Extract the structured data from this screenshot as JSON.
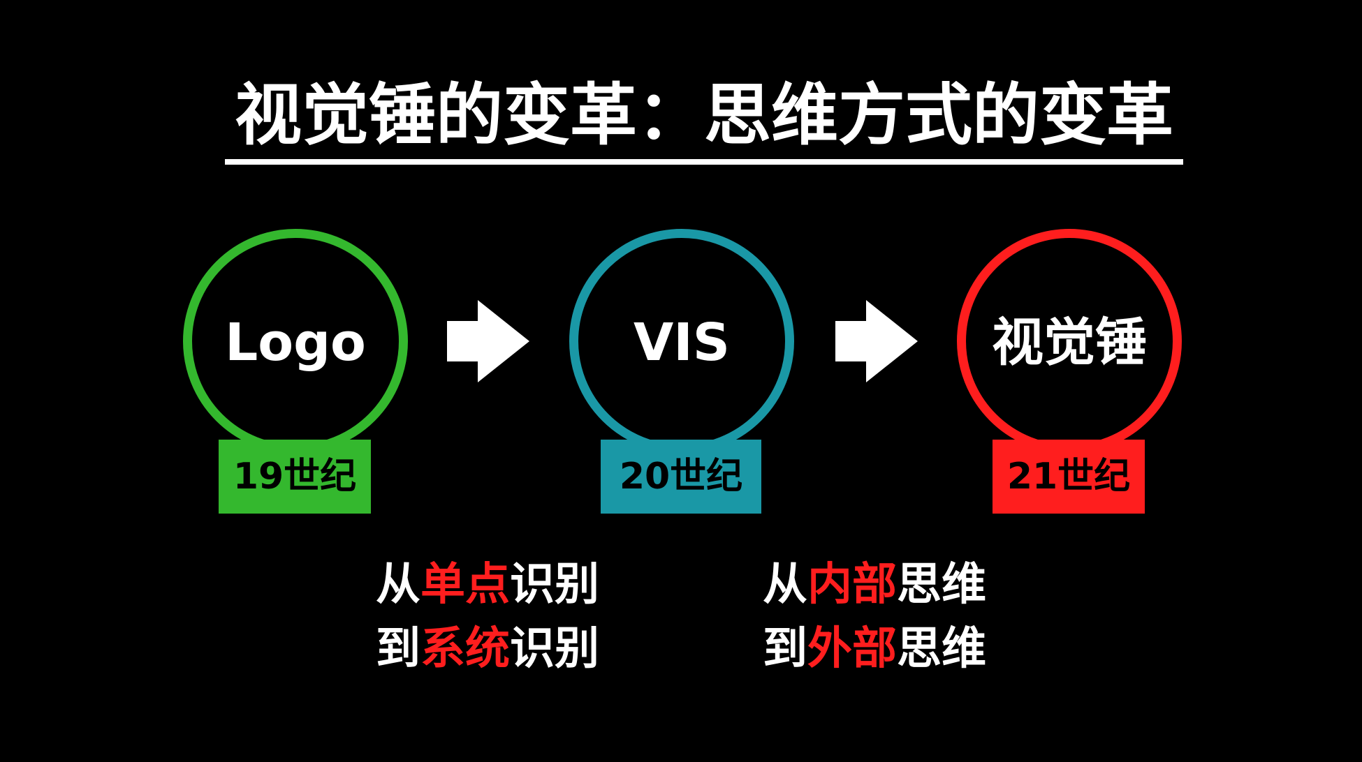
{
  "title": "视觉锤的变革：思维方式的变革",
  "stages": [
    {
      "label": "Logo",
      "tag": "19世纪",
      "color": "#34b82e"
    },
    {
      "label": "VIS",
      "tag": "20世纪",
      "color": "#1a98a6"
    },
    {
      "label": "视觉锤",
      "tag": "21世纪",
      "color": "#ff1e1e"
    }
  ],
  "captions": [
    {
      "line1": [
        "从",
        "单点",
        "识别"
      ],
      "line2": [
        "到",
        "系统",
        "识别"
      ]
    },
    {
      "line1": [
        "从",
        "内部",
        "思维"
      ],
      "line2": [
        "到",
        "外部",
        "思维"
      ]
    }
  ],
  "highlight_color": "#ff1e1e"
}
